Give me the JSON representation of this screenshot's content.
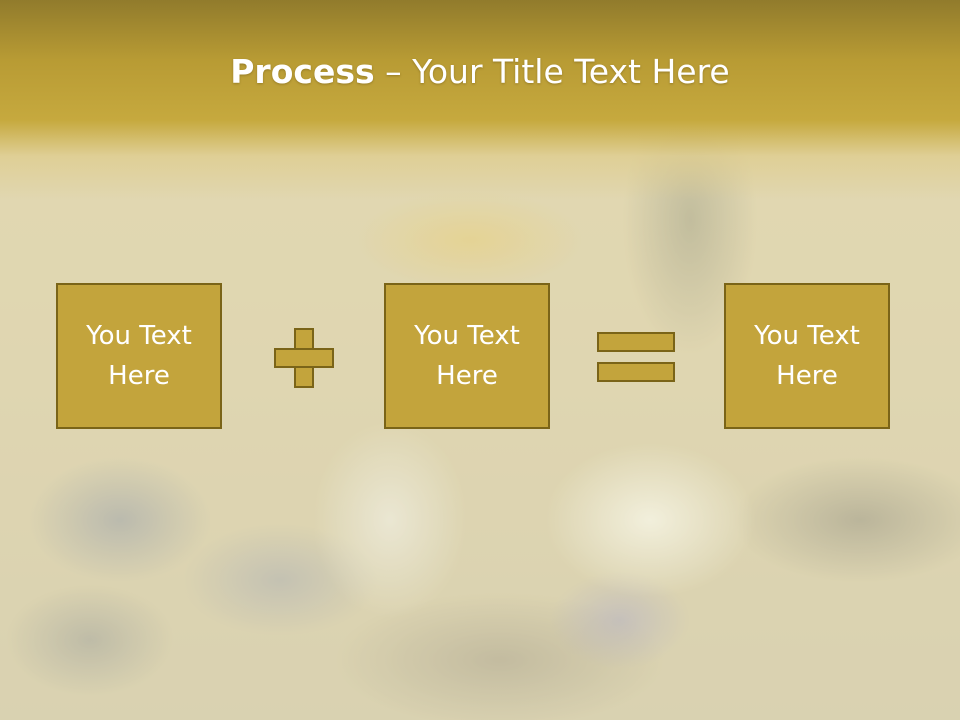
{
  "title": {
    "bold": "Process",
    "rest": " – Your Title Text Here"
  },
  "boxes": [
    {
      "line1": "You Text",
      "line2": "Here"
    },
    {
      "line1": "You Text",
      "line2": "Here"
    },
    {
      "line1": "You Text",
      "line2": "Here"
    }
  ],
  "operators": [
    "plus-icon",
    "equals-icon"
  ],
  "colors": {
    "accent": "#c3a43c",
    "border": "#7a6418",
    "header": "#b89b34",
    "text": "#ffffff"
  }
}
